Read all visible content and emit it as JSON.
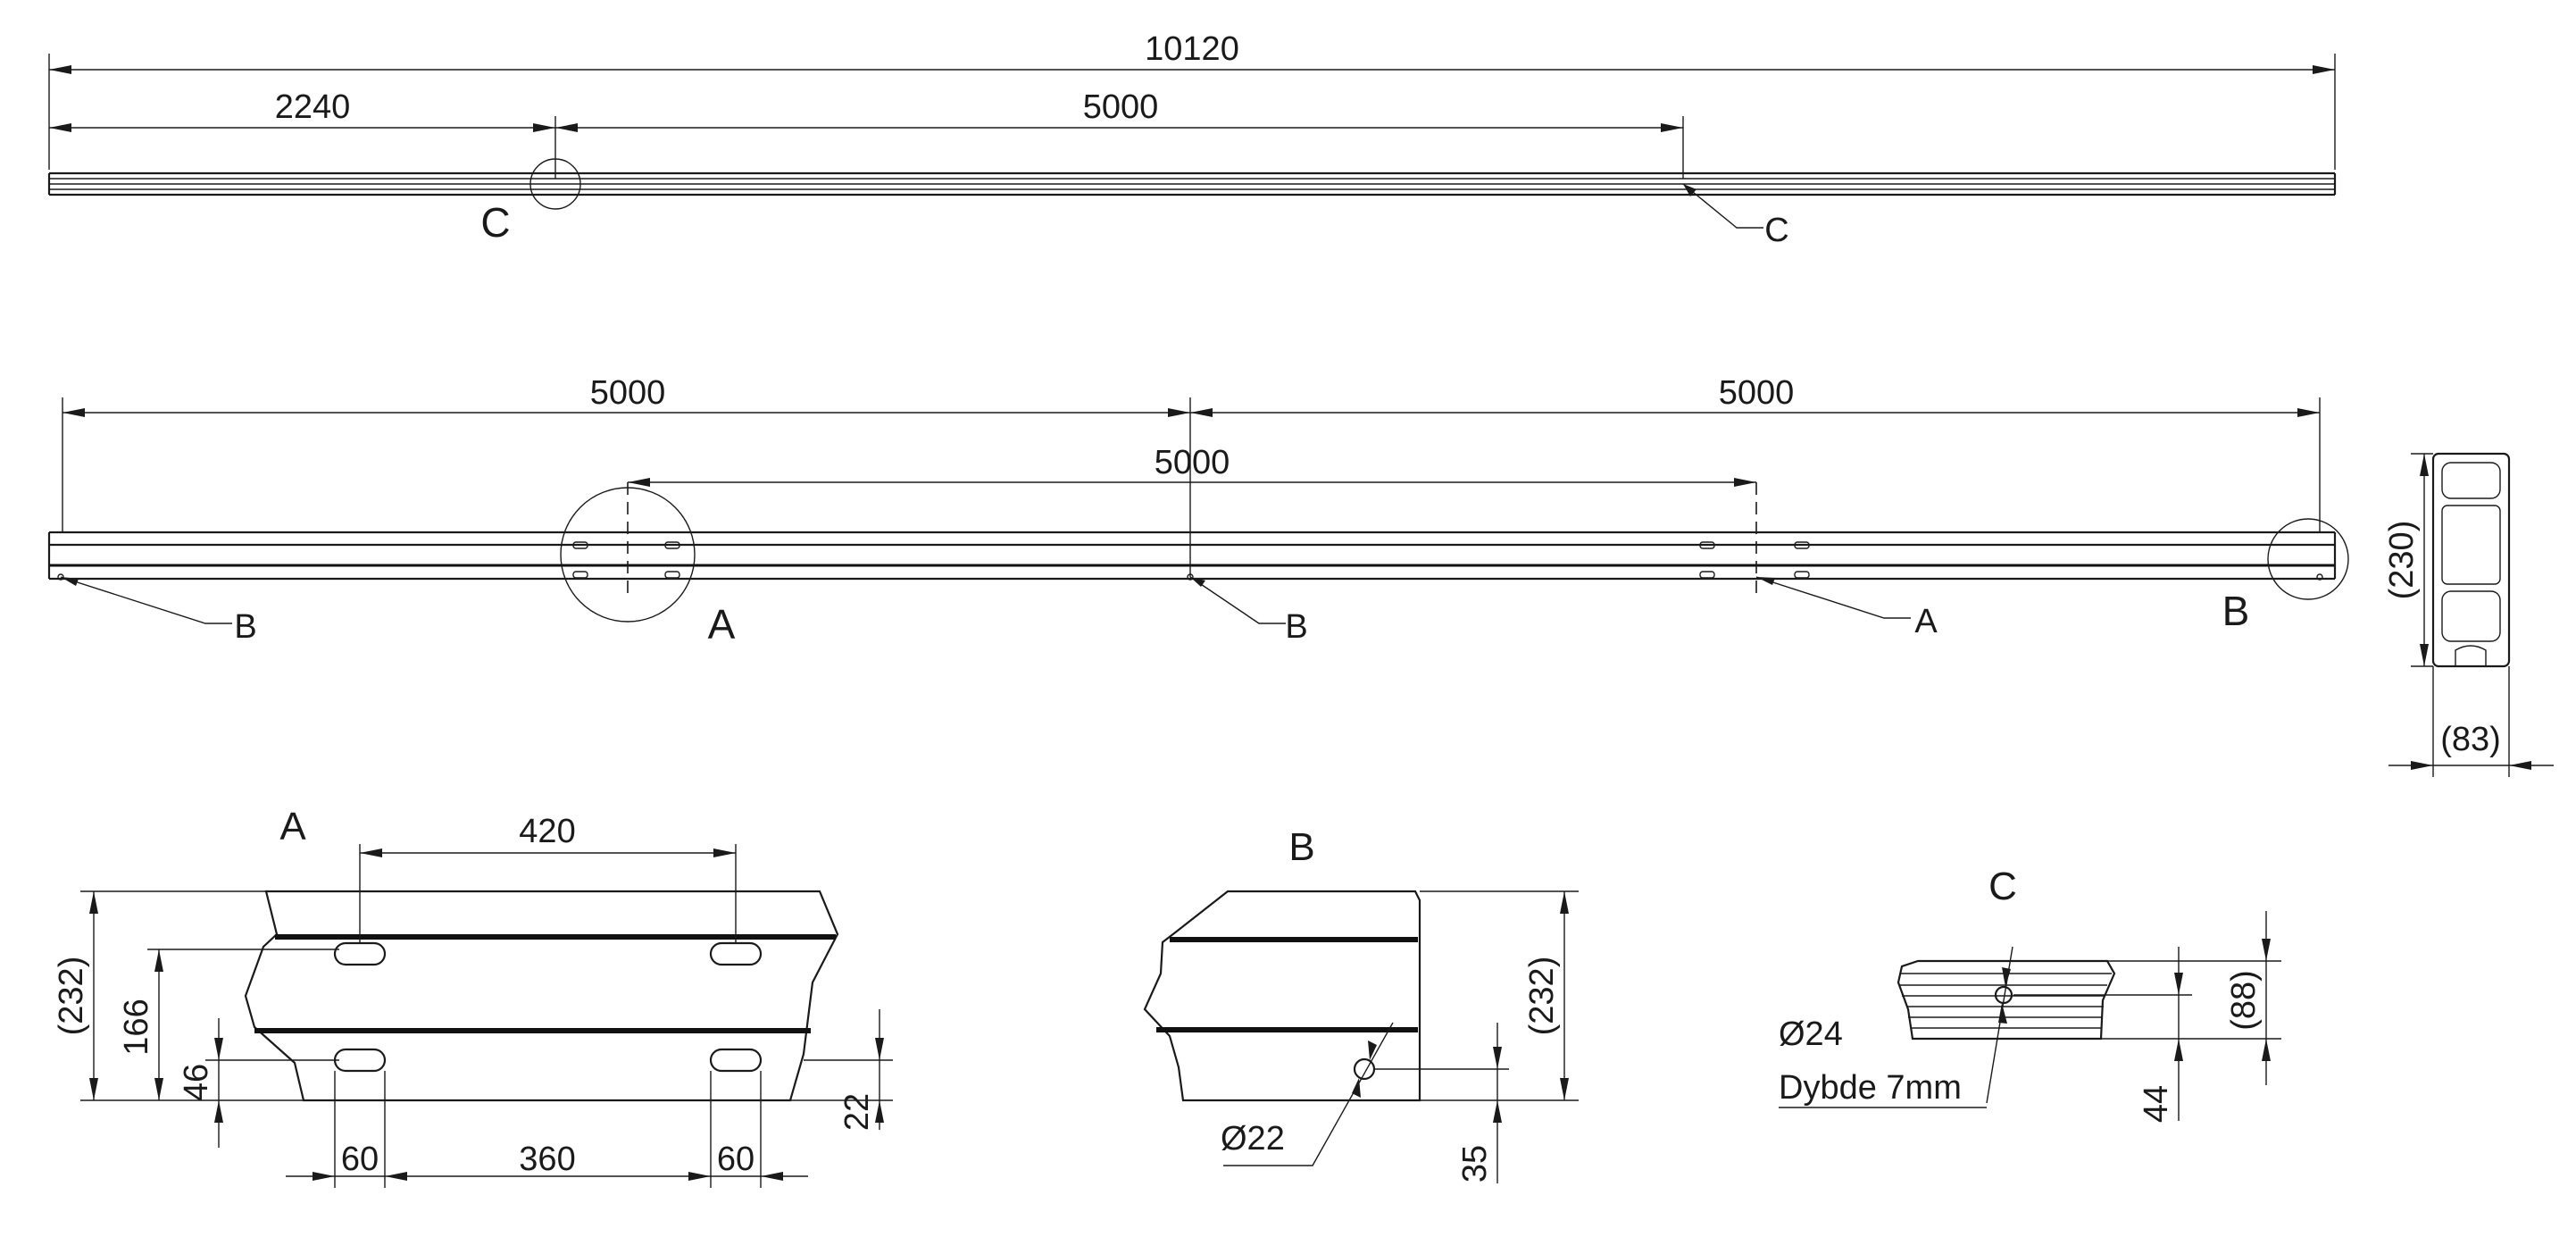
{
  "drawing": {
    "top_view": {
      "total_length": "10120",
      "offset": "2240",
      "joint_spacing": "5000",
      "callouts": [
        "C",
        "C"
      ]
    },
    "side_view": {
      "segment_left": "5000",
      "segment_right": "5000",
      "inner_span": "5000",
      "callouts": [
        "B",
        "A",
        "B",
        "A",
        "B"
      ]
    },
    "section_view": {
      "height": "(230)",
      "width": "(83)"
    },
    "detail_a": {
      "title": "A",
      "slot_spacing_top": "420",
      "height": "(232)",
      "upper_slot_height": "166",
      "lower_slot_height": "46",
      "bottom_offset": "22",
      "slot_width_left": "60",
      "slot_spacing_bottom": "360",
      "slot_width_right": "60"
    },
    "detail_b": {
      "title": "B",
      "height": "(232)",
      "hole_diameter": "Ø22",
      "hole_height": "35"
    },
    "detail_c": {
      "title": "C",
      "height": "(88)",
      "hole_diameter": "Ø24",
      "depth_note": "Dybde 7mm",
      "hole_height": "44"
    }
  }
}
